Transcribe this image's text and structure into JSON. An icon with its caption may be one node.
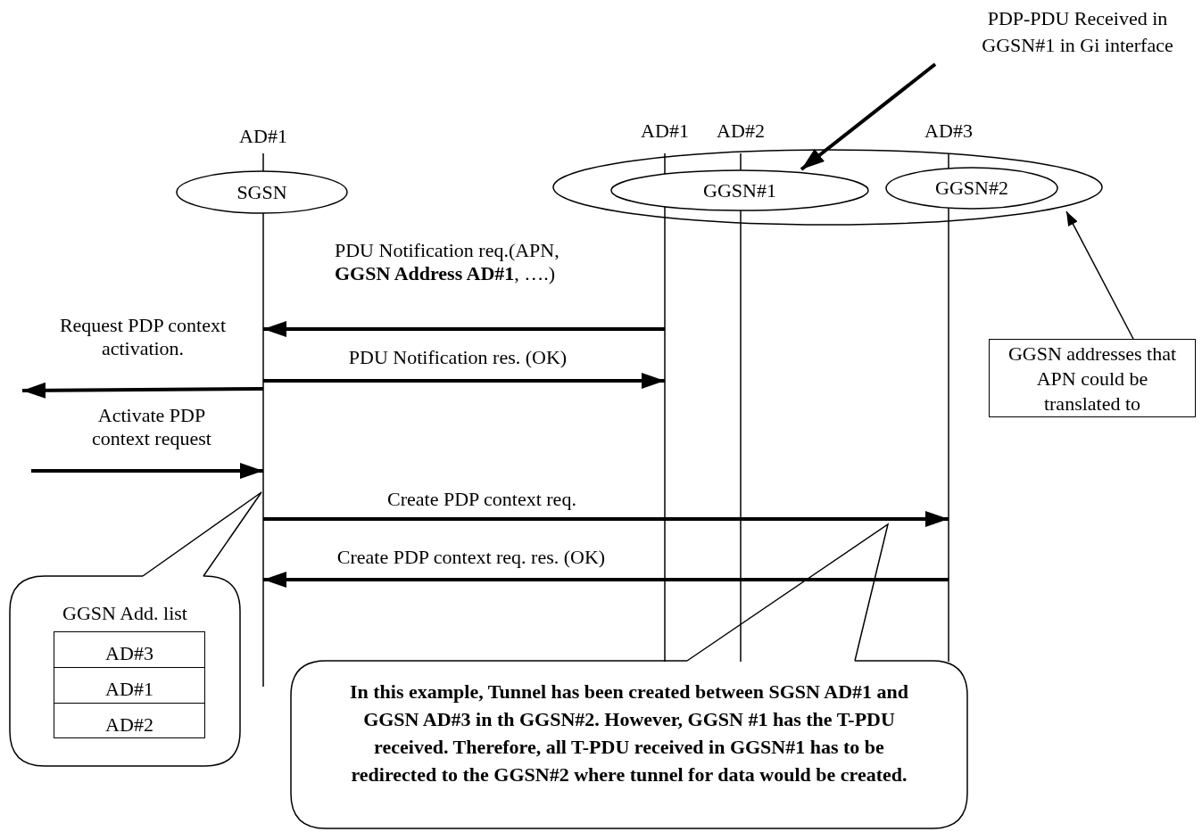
{
  "diagram": {
    "nodes": [
      {
        "text": [
          "SGSN"
        ]
      },
      {
        "text": [],
        "shape": "ellipse"
      },
      {
        "text": [
          "GGSN#1"
        ],
        "in": 1
      },
      {
        "text": [
          "GGSN#2"
        ],
        "in": 1
      },
      {
        "text": [
          "PDP-PDU Received in GGSN#1 in Gi interface"
        ]
      },
      {
        "text": [
          "GGSN addresses that APN could be translated to"
        ]
      },
      {
        "text": [
          "GGSN Add. list"
        ]
      },
      {
        "text": [
          "AD#3",
          "AD#1",
          "AD#2"
        ],
        "in": 6
      },
      {
        "text": [
          "In this example, Tunnel has been created between SGSN AD#1 and GGSN AD#3 in th GGSN#2. However, GGSN #1 has the T-PDU received. Therefore, all T-PDU received in GGSN#1 has to be redirected to the GGSN#2 where tunnel for data would be created."
        ]
      },
      {
        "text": [],
        "shape": "line",
        "beside": [
          "AD#1"
        ]
      },
      {
        "text": [],
        "shape": "line",
        "beside": [
          "AD#1"
        ]
      },
      {
        "text": [],
        "shape": "line",
        "beside": [
          "AD#2"
        ]
      },
      {
        "text": [],
        "shape": "line",
        "beside": [
          "AD#3"
        ]
      }
    ],
    "edges": [
      {
        "from": 10,
        "to": 9,
        "arrow": "to",
        "label": "PDU Notification req.(APN, **GGSN Address AD#1**, ….)"
      },
      {
        "from": 9,
        "to": 10,
        "arrow": "to",
        "label": "PDU Notification res. (OK)"
      },
      {
        "from": 9,
        "to": null,
        "arrow": "to",
        "label": "Request PDP context activation."
      },
      {
        "from": null,
        "to": 9,
        "arrow": "to",
        "label": "Activate PDP context request"
      },
      {
        "from": 9,
        "to": 12,
        "arrow": "to",
        "label": "Create PDP context req."
      },
      {
        "from": 12,
        "to": 9,
        "arrow": "to",
        "label": "Create PDP context req. res. (OK)"
      },
      {
        "from": 4,
        "to": 2,
        "arrow": "to"
      },
      {
        "from": 5,
        "to": 1,
        "arrow": "to"
      }
    ]
  }
}
